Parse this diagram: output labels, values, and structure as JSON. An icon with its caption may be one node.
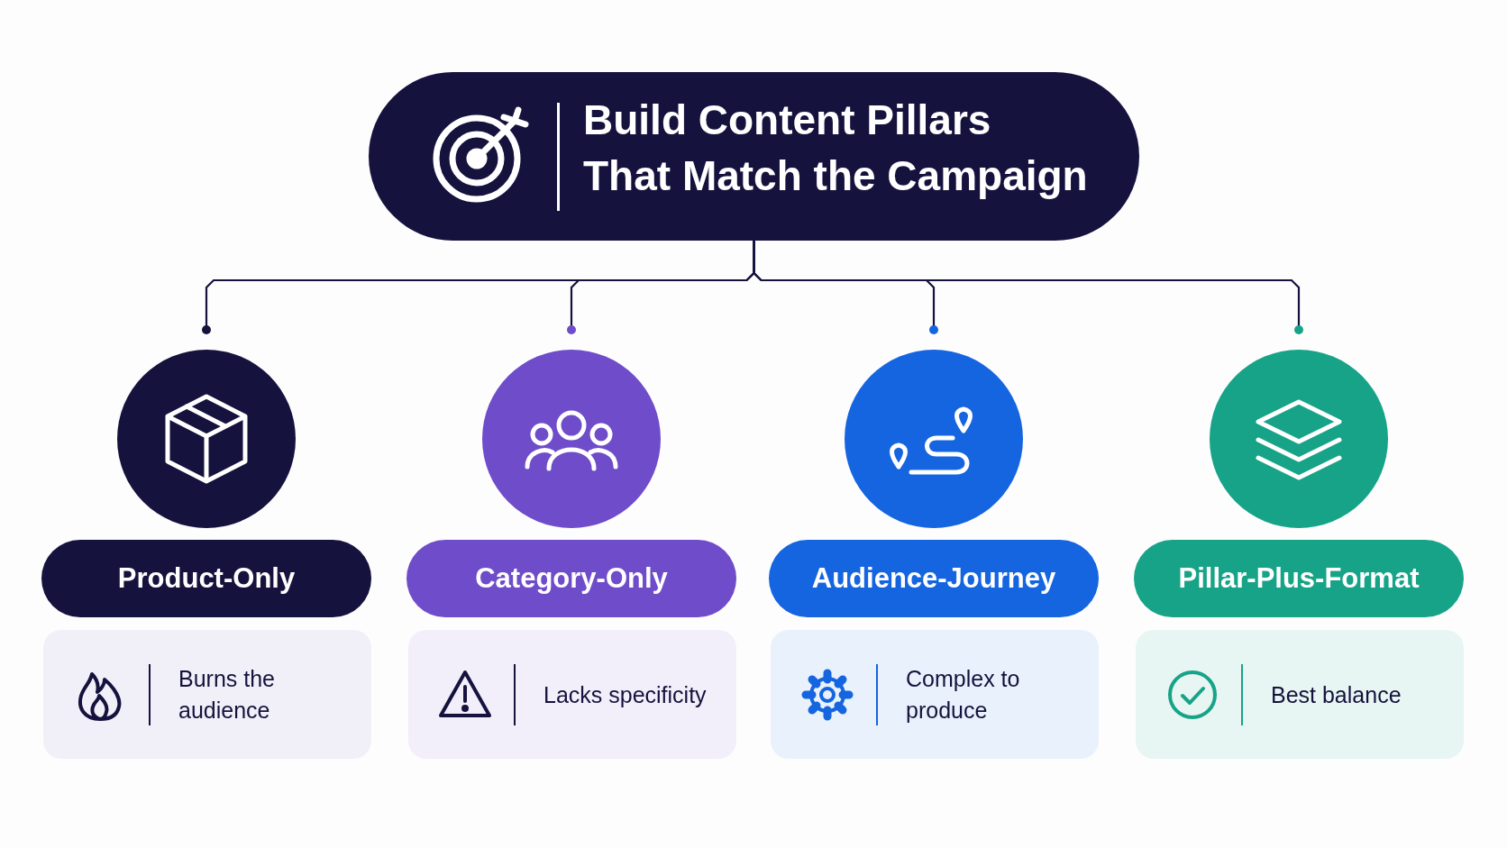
{
  "diagram": {
    "nodes": [
      {
        "text": [
          "Build Content Pillars That Match the Campaign"
        ]
      },
      {
        "text": [],
        "shape": "circle"
      },
      {
        "text": [],
        "shape": "circle"
      },
      {
        "text": [],
        "shape": "circle"
      },
      {
        "text": [],
        "shape": "circle"
      },
      {
        "text": [
          "Product-Only"
        ]
      },
      {
        "text": [
          "Category-Only"
        ]
      },
      {
        "text": [
          "Audience-Journey"
        ]
      },
      {
        "text": [
          "Pillar-Plus-Format"
        ]
      },
      {
        "text": [
          "Burns the audience"
        ]
      },
      {
        "text": [
          "Lacks specificity"
        ]
      },
      {
        "text": [
          "Complex to produce"
        ]
      },
      {
        "text": [
          "Best balance"
        ]
      }
    ],
    "edges": [
      {
        "from": 0,
        "to": 1,
        "arrow": "other"
      },
      {
        "from": 0,
        "to": 2,
        "arrow": "other"
      },
      {
        "from": 0,
        "to": 3,
        "arrow": "other"
      },
      {
        "from": 0,
        "to": 4,
        "arrow": "other"
      }
    ]
  }
}
